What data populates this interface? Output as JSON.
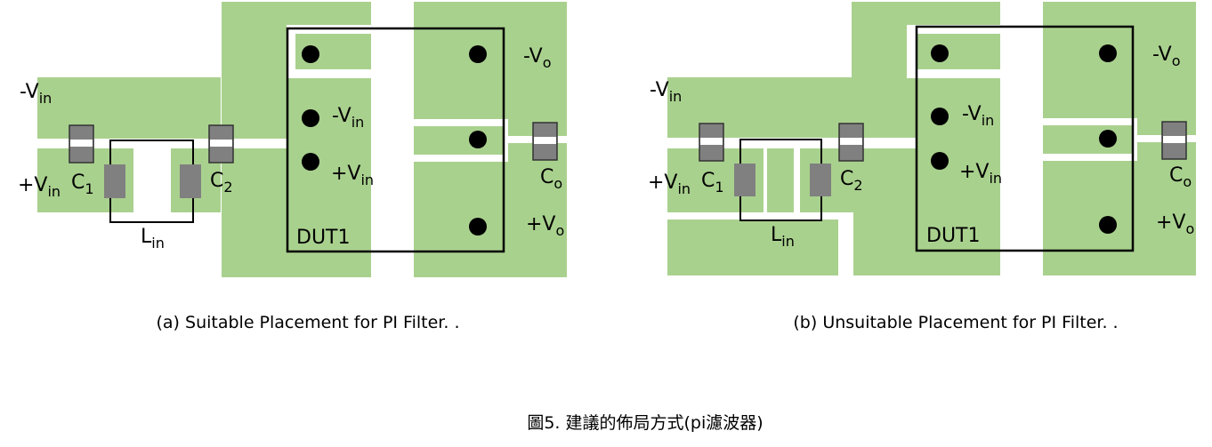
{
  "panel_a": {
    "caption": "(a) Suitable Placement for PI Filter. .",
    "labels": {
      "neg_vin_left": {
        "main": "-V",
        "sub": "in"
      },
      "pos_vin_left": {
        "main": "+V",
        "sub": "in"
      },
      "c1": {
        "main": "C",
        "sub": "1"
      },
      "c2": {
        "main": "C",
        "sub": "2"
      },
      "lin": {
        "main": "L",
        "sub": "in"
      },
      "dut_neg_vin": {
        "main": "-V",
        "sub": "in"
      },
      "dut_pos_vin": {
        "main": "+V",
        "sub": "in"
      },
      "dut": "DUT1",
      "neg_vo": {
        "main": "-V",
        "sub": "o"
      },
      "co": {
        "main": "C",
        "sub": "o"
      },
      "pos_vo": {
        "main": "+V",
        "sub": "o"
      }
    }
  },
  "panel_b": {
    "caption": "(b) Unsuitable Placement for PI Filter. .",
    "labels": {
      "neg_vin_left": {
        "main": "-V",
        "sub": "in"
      },
      "pos_vin_left": {
        "main": "+V",
        "sub": "in"
      },
      "c1": {
        "main": "C",
        "sub": "1"
      },
      "c2": {
        "main": "C",
        "sub": "2"
      },
      "lin": {
        "main": "L",
        "sub": "in"
      },
      "dut_neg_vin": {
        "main": "-V",
        "sub": "in"
      },
      "dut_pos_vin": {
        "main": "+V",
        "sub": "in"
      },
      "dut": "DUT1",
      "neg_vo": {
        "main": "-V",
        "sub": "o"
      },
      "co": {
        "main": "C",
        "sub": "o"
      },
      "pos_vo": {
        "main": "+V",
        "sub": "o"
      }
    }
  },
  "figure_caption": "圖5. 建議的佈局方式(pi濾波器)",
  "colors": {
    "copper": "#a9d18e",
    "pad": "#808080",
    "outline": "#000000"
  }
}
